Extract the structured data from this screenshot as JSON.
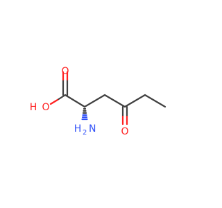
{
  "molecule": {
    "atoms": {
      "carboxyl_oxygen_double": "O",
      "hydroxyl": {
        "o": "O",
        "h": "H"
      },
      "amine": {
        "n": "N",
        "h": "H",
        "sub": "2"
      },
      "ketone_oxygen": "O"
    },
    "colors": {
      "carbon_bond": "#404040",
      "oxygen": "#ff2020",
      "nitrogen": "#3050f8"
    }
  }
}
